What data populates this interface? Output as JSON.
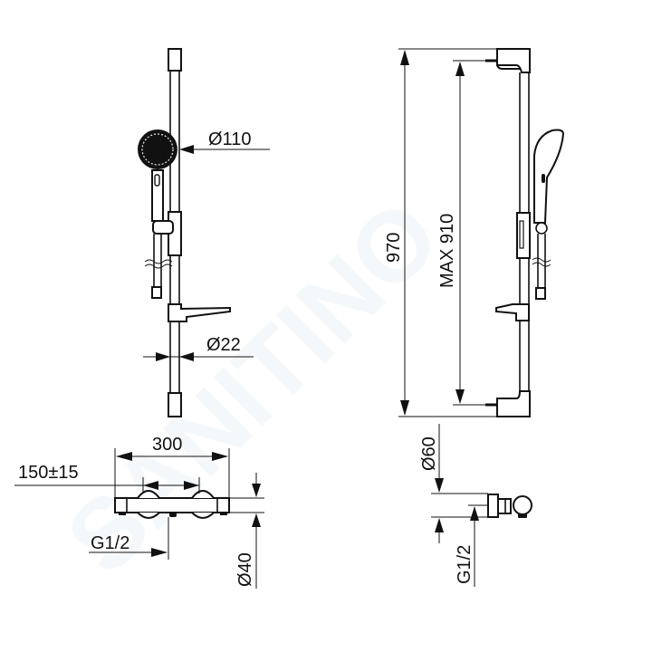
{
  "watermark": "SANITINO",
  "front_view": {
    "head_diameter": "Ø110",
    "rail_diameter": "Ø22"
  },
  "side_view": {
    "total_height": "970",
    "max_fixing_distance": "MAX 910"
  },
  "mixer_front": {
    "width": "300",
    "inlet_spacing": "150±15",
    "outlet_thread": "G1/2",
    "body_diameter": "Ø40"
  },
  "mixer_side": {
    "rosette_diameter": "Ø60",
    "inlet_thread": "G1/2"
  },
  "colors": {
    "line": "#111111",
    "background": "#ffffff",
    "watermark": "#e6eef3"
  }
}
